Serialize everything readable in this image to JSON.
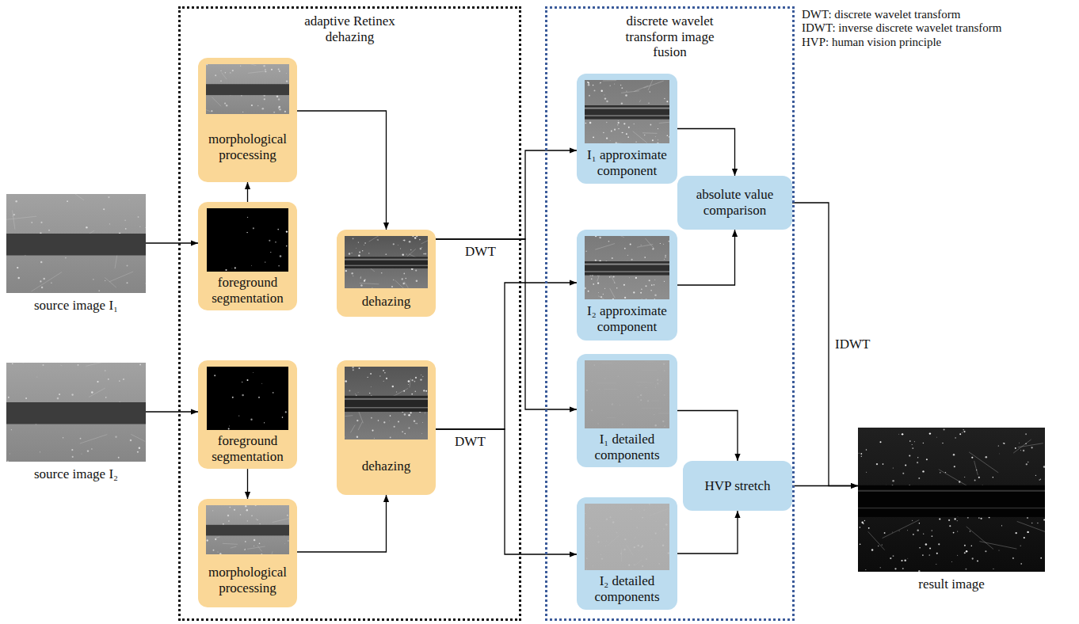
{
  "diagram": {
    "nodes": [
      {
        "text": [
          "source image I₁"
        ]
      },
      {
        "text": [
          "source image I₂"
        ]
      },
      {
        "text": [
          "adaptive Retinex dehazing"
        ]
      },
      {
        "text": [
          "morphological processing"
        ],
        "in": 2
      },
      {
        "text": [
          "foreground segmentation"
        ],
        "in": 2
      },
      {
        "text": [
          "dehazing"
        ],
        "in": 2
      },
      {
        "text": [
          "foreground segmentation"
        ],
        "in": 2
      },
      {
        "text": [
          "morphological processing"
        ],
        "in": 2
      },
      {
        "text": [
          "dehazing"
        ],
        "in": 2
      },
      {
        "text": [
          "discrete wavelet transform image fusion"
        ]
      },
      {
        "text": [
          "I₁ approximate component"
        ],
        "in": 9
      },
      {
        "text": [
          "absolute value comparison"
        ],
        "in": 9
      },
      {
        "text": [
          "I₂ approximate component"
        ],
        "in": 9
      },
      {
        "text": [
          "I₁ detailed components"
        ],
        "in": 9
      },
      {
        "text": [
          "HVP stretch"
        ],
        "in": 9
      },
      {
        "text": [
          "I₂ detailed components"
        ],
        "in": 9
      },
      {
        "text": [
          "result image"
        ]
      }
    ],
    "edges": [
      {
        "from": 0,
        "to": 4,
        "arrow": "to"
      },
      {
        "from": 4,
        "to": 3,
        "arrow": "to"
      },
      {
        "from": 3,
        "to": 5,
        "arrow": "to"
      },
      {
        "from": 5,
        "to": 10,
        "label": "DWT",
        "arrow": "to"
      },
      {
        "from": 5,
        "to": 13,
        "arrow": "to"
      },
      {
        "from": 1,
        "to": 6,
        "arrow": "to"
      },
      {
        "from": 6,
        "to": 7,
        "arrow": "to"
      },
      {
        "from": 7,
        "to": 8,
        "arrow": "to"
      },
      {
        "from": 8,
        "to": 12,
        "label": "DWT",
        "arrow": "to"
      },
      {
        "from": 8,
        "to": 15,
        "arrow": "to"
      },
      {
        "from": 10,
        "to": 11,
        "arrow": "to"
      },
      {
        "from": 12,
        "to": 11,
        "arrow": "to"
      },
      {
        "from": 13,
        "to": 14,
        "arrow": "to"
      },
      {
        "from": 15,
        "to": 14,
        "arrow": "to"
      },
      {
        "from": 11,
        "to": 16,
        "label": "IDWT",
        "arrow": "to"
      },
      {
        "from": 14,
        "to": 16,
        "arrow": "to"
      }
    ],
    "labels": [
      "DWT: discrete wavelet transform",
      "IDWT: inverse discrete wavelet transform",
      "HVP: human vision principle"
    ]
  }
}
